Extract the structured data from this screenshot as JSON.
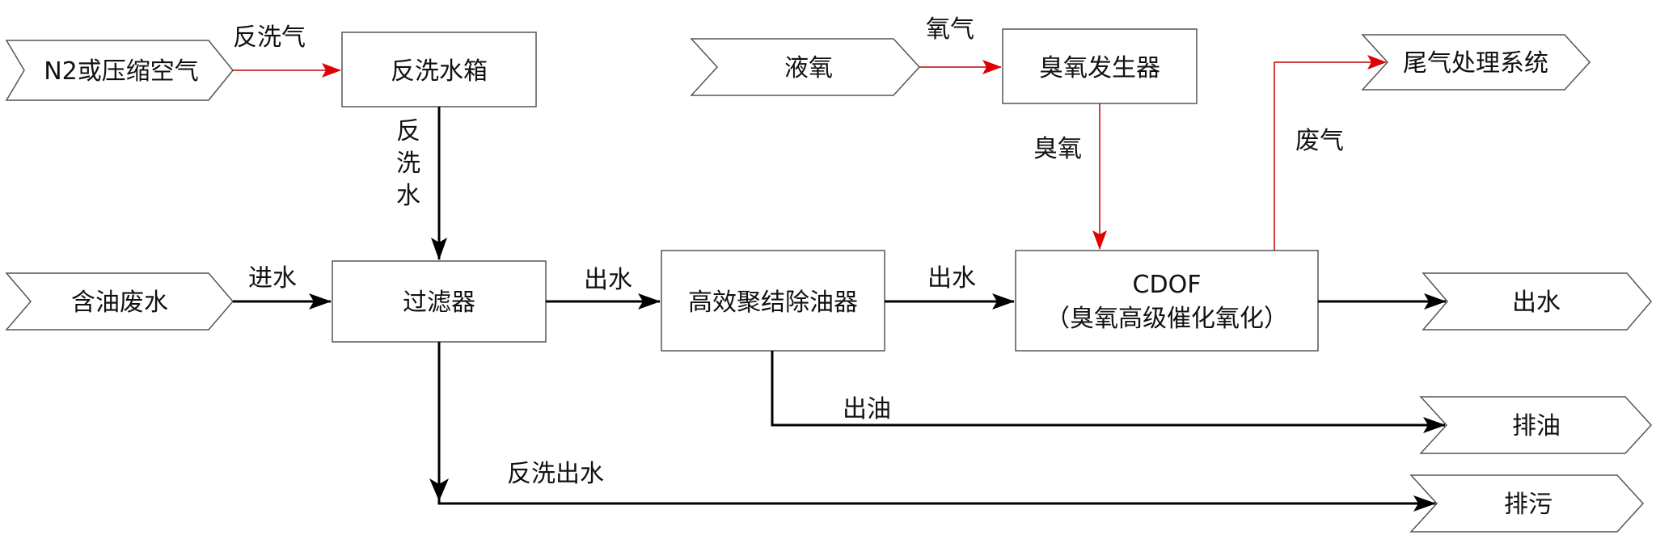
{
  "colors": {
    "main_flow": "#000000",
    "gas_flow": "#c00000",
    "gas_arrowhead": "#e00000",
    "node_border": "#555555"
  },
  "nodes": {
    "n2_air": "N2或压缩空气",
    "backwash_tank": "反洗水箱",
    "liquid_oxygen": "液氧",
    "ozone_generator": "臭氧发生器",
    "tail_gas_system": "尾气处理系统",
    "oily_wastewater": "含油废水",
    "filter": "过滤器",
    "coalescer": "高效聚结除油器",
    "cdof_line1": "CDOF",
    "cdof_line2": "（臭氧高级催化氧化）",
    "outlet_water": "出水",
    "oil_discharge": "排油",
    "sewage_discharge": "排污"
  },
  "labels": {
    "backwash_gas": "反洗气",
    "backwash_water_1": "反",
    "backwash_water_2": "洗",
    "backwash_water_3": "水",
    "oxygen": "氧气",
    "ozone": "臭氧",
    "waste_gas": "废气",
    "water_in": "进水",
    "water_out_1": "出水",
    "water_out_2": "出水",
    "oil_out": "出油",
    "backwash_out": "反洗出水"
  }
}
